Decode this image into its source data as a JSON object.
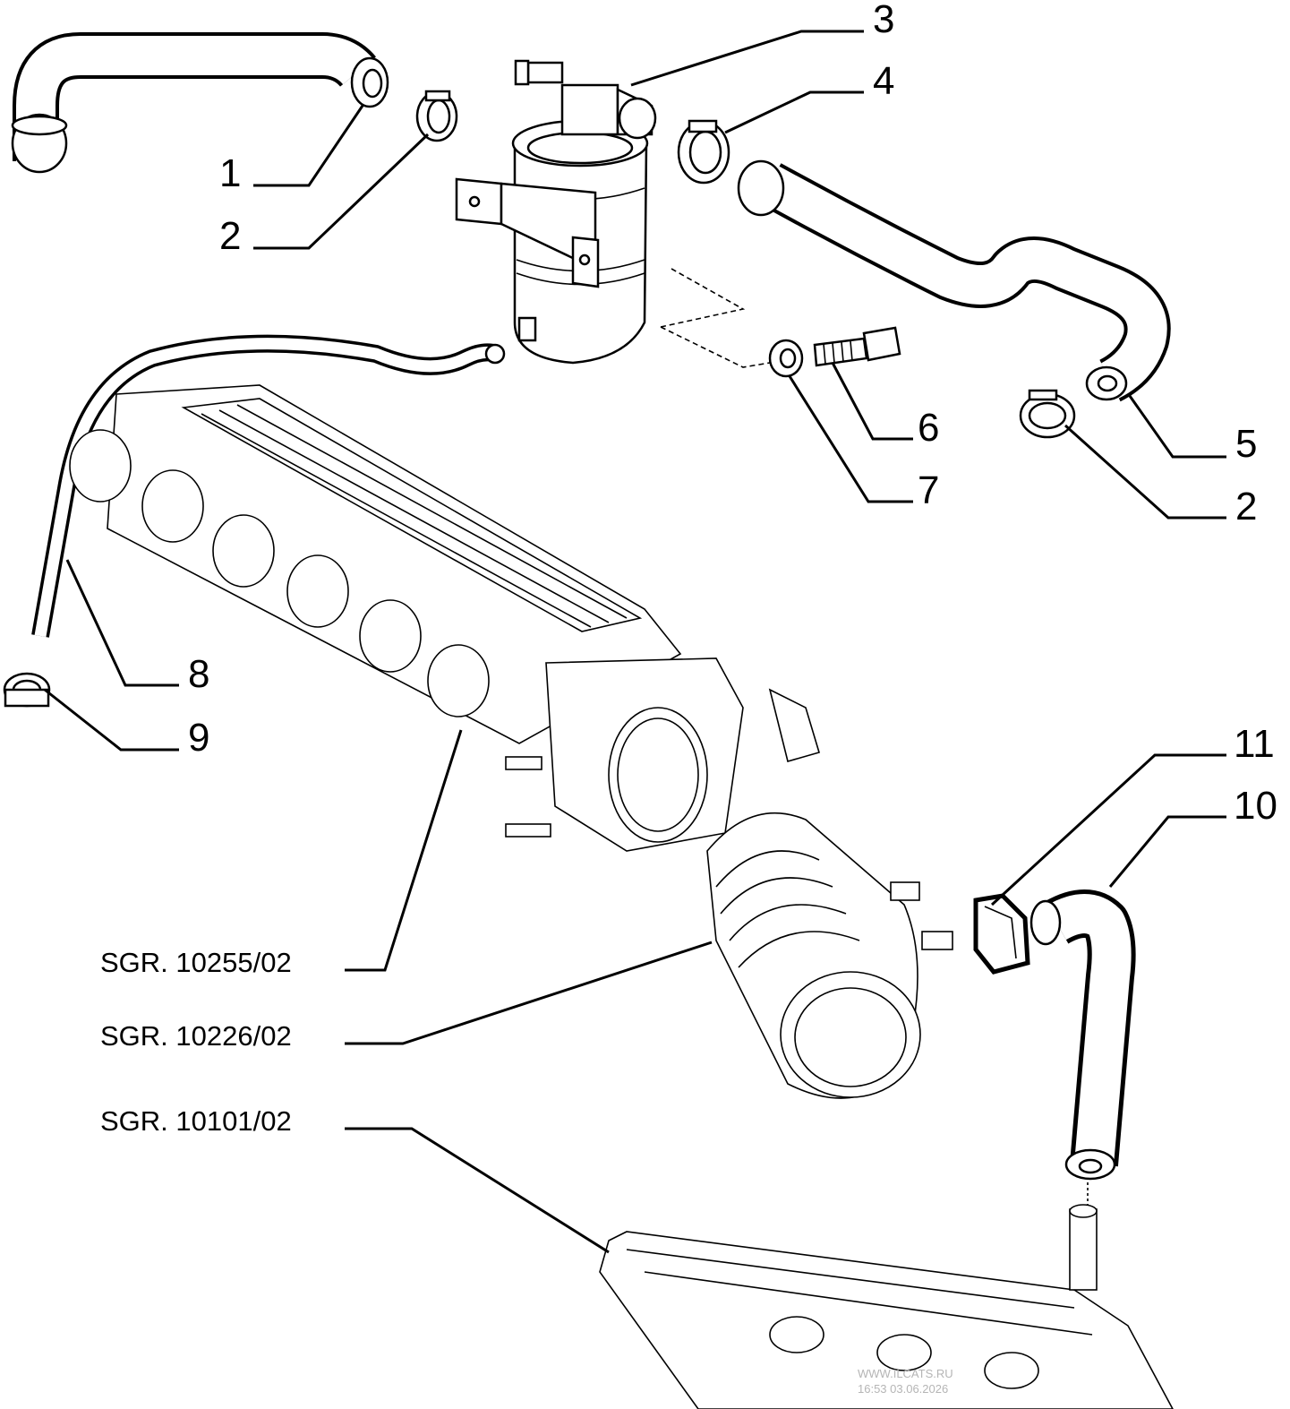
{
  "callouts": [
    {
      "id": "c1",
      "label": "1"
    },
    {
      "id": "c2a",
      "label": "2"
    },
    {
      "id": "c3",
      "label": "3"
    },
    {
      "id": "c4",
      "label": "4"
    },
    {
      "id": "c5",
      "label": "5"
    },
    {
      "id": "c6",
      "label": "6"
    },
    {
      "id": "c7",
      "label": "7"
    },
    {
      "id": "c2b",
      "label": "2"
    },
    {
      "id": "c8",
      "label": "8"
    },
    {
      "id": "c9",
      "label": "9"
    },
    {
      "id": "c11",
      "label": "11"
    },
    {
      "id": "c10",
      "label": "10"
    }
  ],
  "group_refs": [
    {
      "id": "g1",
      "label": "SGR. 10255/02"
    },
    {
      "id": "g2",
      "label": "SGR. 10226/02"
    },
    {
      "id": "g3",
      "label": "SGR. 10101/02"
    }
  ],
  "watermark": {
    "line1": "WWW.ILCATS.RU",
    "line2": "16:53 03.06.2026"
  }
}
